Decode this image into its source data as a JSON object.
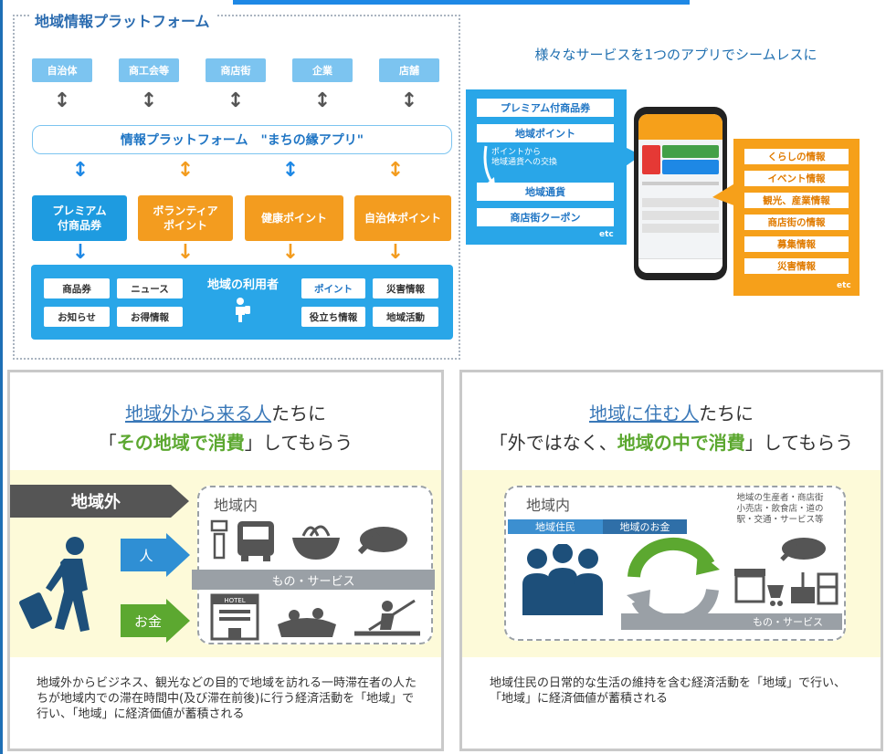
{
  "platform": {
    "title": "地域情報プラットフォーム",
    "sources": [
      "自治体",
      "商工会等",
      "商店街",
      "企業",
      "店舗"
    ],
    "app_bar": "情報プラットフォーム　\"まちの縁アプリ\"",
    "features": [
      "プレミアム\n付商品券",
      "ボランティア\nポイント",
      "健康ポイント",
      "自治体ポイント"
    ],
    "users_title": "地域の利用者",
    "user_tags_left": [
      "商品券",
      "ニュース",
      "お知らせ",
      "お得情報"
    ],
    "user_tags_right": [
      "ポイント",
      "災害情報",
      "役立ち情報",
      "地域活動"
    ]
  },
  "app": {
    "title": "様々なサービスを1つのアプリでシームレスに",
    "blue_items": [
      "プレミアム付商品券",
      "地域ポイント",
      "地域通貨",
      "商店街クーポン"
    ],
    "blue_note": "ポイントから\n地域通貨への交換",
    "orange_items": [
      "くらしの情報",
      "イベント情報",
      "観光、産業情報",
      "商店街の情報",
      "募集情報",
      "災害情報"
    ],
    "etc": "etc"
  },
  "left_panel": {
    "line1_a": "地域外から来る人",
    "line1_b": "たちに",
    "line2_a": "「",
    "line2_b": "その地域で消費",
    "line2_c": "」してもらう",
    "outside": "地域外",
    "inside": "地域内",
    "person": "人",
    "money": "お金",
    "goods": "もの・サービス",
    "hotel": "HOTEL",
    "desc": "地域外からビジネス、観光などの目的で地域を訪れる一時滞在者の人たちが地域内での滞在時間中(及び滞在前後)に行う経済活動を「地域」で行い、「地域」に経済価値が蓄積される"
  },
  "right_panel": {
    "line1_a": "地域に住む人",
    "line1_b": "たちに",
    "line2_a": "「外ではなく、",
    "line2_b": "地域の中で消費",
    "line2_c": "」してもらう",
    "inside": "地域内",
    "residents": "地域住民",
    "money": "地域のお金",
    "actors": "地域の生産者・商店街\n小売店・飲食店・道の\n駅・交通・サービス等",
    "goods": "もの・サービス",
    "desc": "地域住民の日常的な生活の維持を含む経済活動を「地域」で行い、「地域」に経済価値が蓄積される"
  },
  "colors": {
    "blue": "#29a6e8",
    "orange": "#f39c1f",
    "green": "#5ca830",
    "gray": "#9aa0a6"
  }
}
